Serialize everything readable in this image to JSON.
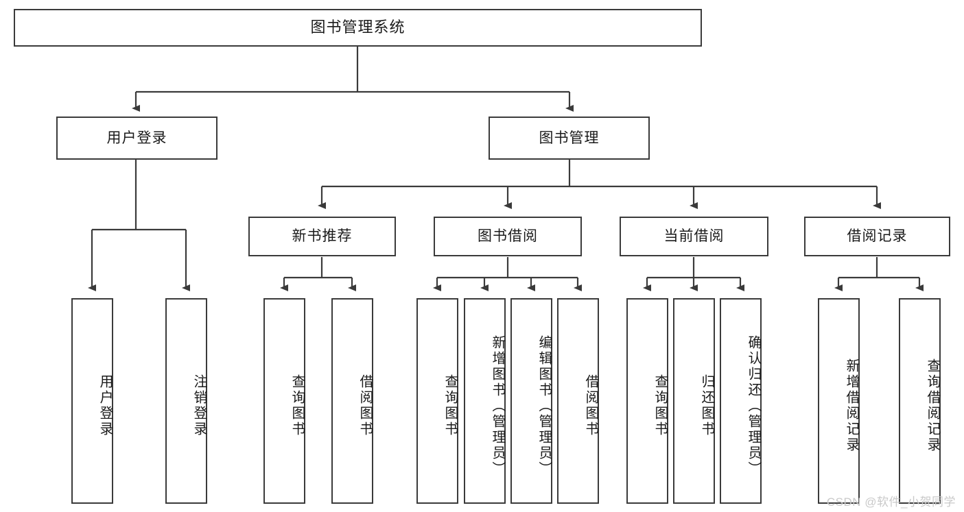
{
  "diagram": {
    "title": "图书管理系统",
    "type": "tree",
    "watermark": "CSDN @软件_小贺同学",
    "stroke_color": "#3a3a3a",
    "background_color": "#ffffff",
    "text_color": "#1a1a1a",
    "levels": {
      "root": {
        "label": "图书管理系统"
      },
      "level2": [
        {
          "label": "用户登录"
        },
        {
          "label": "图书管理"
        }
      ],
      "level3": [
        {
          "label": "新书推荐"
        },
        {
          "label": "图书借阅"
        },
        {
          "label": "当前借阅"
        },
        {
          "label": "借阅记录"
        }
      ],
      "leaves": [
        {
          "label": "用户登录",
          "parent": "用户登录"
        },
        {
          "label": "注销登录",
          "parent": "用户登录"
        },
        {
          "label": "查询图书",
          "parent": "新书推荐"
        },
        {
          "label": "借阅图书",
          "parent": "新书推荐"
        },
        {
          "label": "查询图书",
          "parent": "图书借阅"
        },
        {
          "label": "新增图书（管理员）",
          "parent": "图书借阅"
        },
        {
          "label": "编辑图书（管理员）",
          "parent": "图书借阅"
        },
        {
          "label": "借阅图书",
          "parent": "图书借阅"
        },
        {
          "label": "查询图书",
          "parent": "当前借阅"
        },
        {
          "label": "归还图书",
          "parent": "当前借阅"
        },
        {
          "label": "确认归还（管理员）",
          "parent": "当前借阅"
        },
        {
          "label": "新增借阅记录",
          "parent": "借阅记录"
        },
        {
          "label": "查询借阅记录",
          "parent": "借阅记录"
        }
      ]
    }
  }
}
